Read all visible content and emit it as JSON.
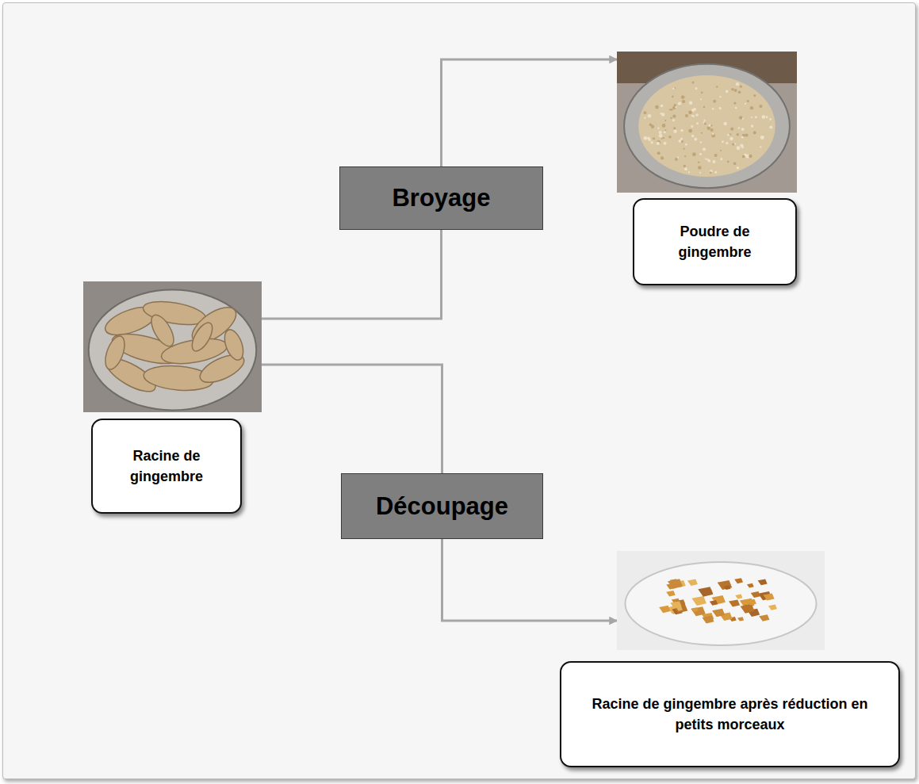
{
  "diagram": {
    "nodes": [
      {
        "text": [
          "Racine de gingembre"
        ]
      },
      {
        "text": [
          "Broyage"
        ]
      },
      {
        "text": [
          "Poudre de gingembre"
        ]
      },
      {
        "text": [
          "Découpage"
        ]
      },
      {
        "text": [
          "Racine de gingembre après réduction en petits morceaux"
        ]
      }
    ],
    "edges": [
      {
        "from": 0,
        "to": 1,
        "arrow": "none"
      },
      {
        "from": 1,
        "to": 2,
        "arrow": "to"
      },
      {
        "from": 0,
        "to": 3,
        "arrow": "none"
      },
      {
        "from": 3,
        "to": 4,
        "arrow": "to"
      }
    ]
  }
}
